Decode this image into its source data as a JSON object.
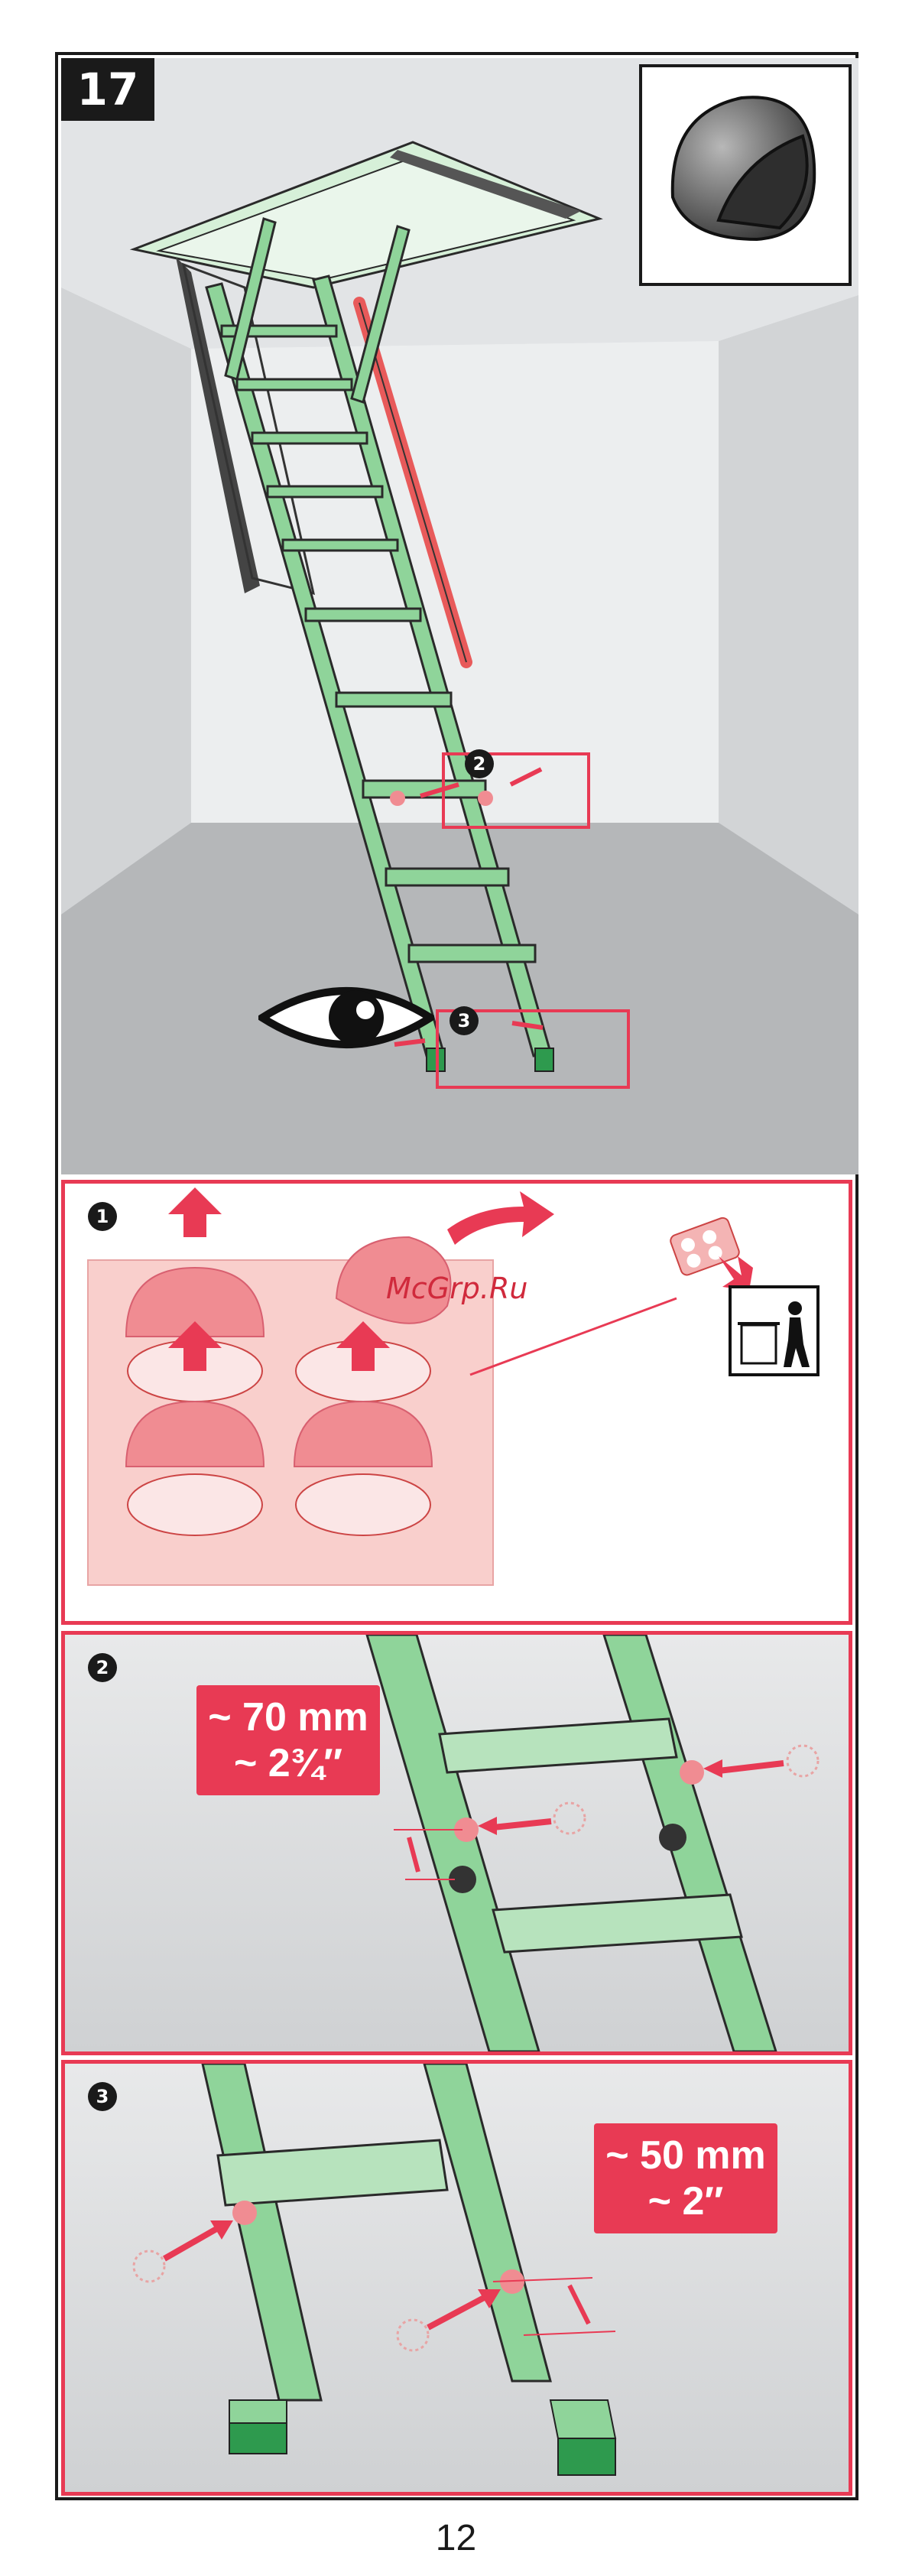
{
  "step": {
    "number": "17"
  },
  "detail_markers": [
    "1",
    "2",
    "3"
  ],
  "callouts": {
    "detail_2": {
      "line1": "~ 70 mm",
      "line2": "~ 2¾″"
    },
    "detail_3": {
      "line1": "~ 50 mm",
      "line2": "~ 2″"
    }
  },
  "watermark": "McGrp.Ru",
  "page_number": "12",
  "colors": {
    "ladder": "#8fd49a",
    "ladder_dark": "#5cae6c",
    "accent": "#e83a54",
    "pad": "#f08c92",
    "rod": "#e85a5a",
    "foot": "#2e9a4e"
  }
}
